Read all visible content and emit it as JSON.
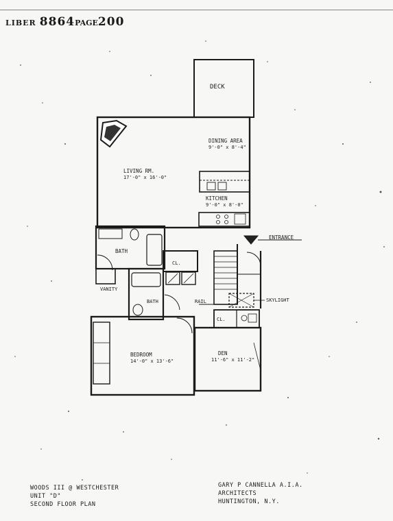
{
  "header": {
    "liber_label": "LIBER",
    "liber_number": "8864",
    "page_label": "PAGE",
    "page_number": "200"
  },
  "rooms": {
    "deck": "DECK",
    "dining": "DINING AREA",
    "dining_dim": "9'-0\" x 8'-4\"",
    "living": "LIVING RM.",
    "living_dim": "17'-0\" x 16'-0\"",
    "kitchen": "KITCHEN",
    "kitchen_dim": "9'-0\" x 8'-0\"",
    "entrance": "ENTRANCE",
    "bath_upper": "BATH",
    "bath_lower": "BATH",
    "closet_upper": "CL.",
    "vanity": "VANITY",
    "rail": "RAIL",
    "skylight": "SKYLIGHT",
    "closet_den": "CL.",
    "bedroom": "BEDROOM",
    "bedroom_dim": "14'-0\" x 13'-6\"",
    "den": "DEN",
    "den_dim": "11'-6\" x 11'-2\""
  },
  "footer": {
    "left": [
      "WOODS III @ WESTCHESTER",
      "UNIT \"D\"",
      "SECOND FLOOR PLAN"
    ],
    "right": [
      "GARY P CANNELLA A.I.A.",
      "ARCHITECTS",
      "HUNTINGTON, N.Y."
    ]
  }
}
